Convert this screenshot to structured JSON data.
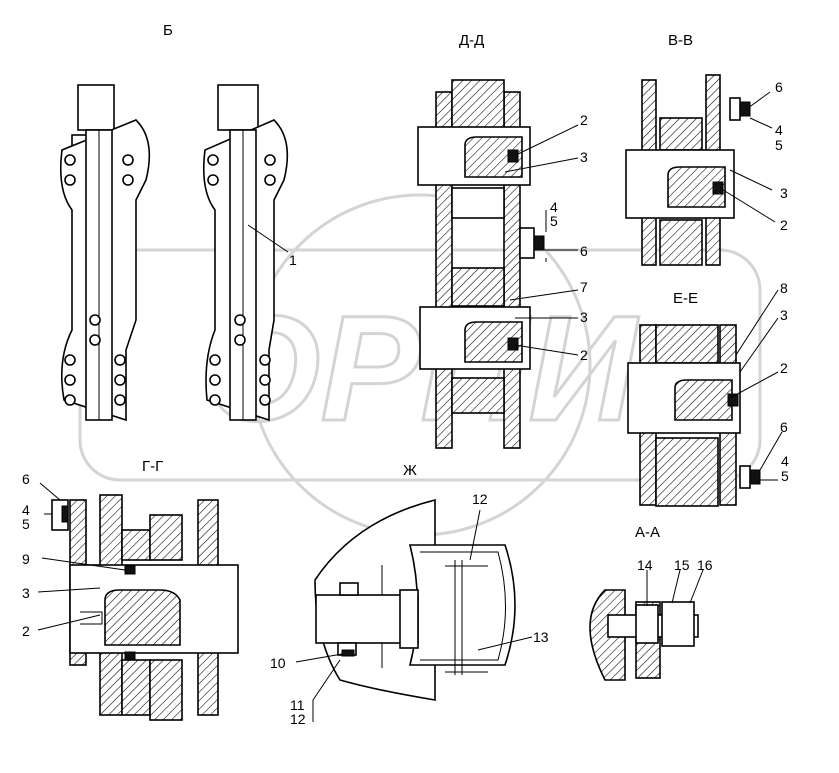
{
  "views": {
    "b": "Б",
    "dd": "Д-Д",
    "vv": "В-В",
    "ee": "Е-Е",
    "gg": "Г-Г",
    "zh": "Ж",
    "aa": "А-А"
  },
  "callouts": {
    "b_1": "1",
    "dd_2a": "2",
    "dd_3a": "3",
    "dd_4": "4",
    "dd_5": "5",
    "dd_6": "6",
    "dd_7": "7",
    "dd_3b": "3",
    "dd_2b": "2",
    "vv_6": "6",
    "vv_4": "4",
    "vv_5": "5",
    "vv_3": "3",
    "vv_2": "2",
    "ee_8": "8",
    "ee_3": "3",
    "ee_2": "2",
    "ee_6": "6",
    "ee_4": "4",
    "ee_5": "5",
    "gg_6": "6",
    "gg_4": "4",
    "gg_5": "5",
    "gg_9": "9",
    "gg_3": "3",
    "gg_2": "2",
    "zh_12a": "12",
    "zh_13": "13",
    "zh_10": "10",
    "zh_11": "11",
    "zh_12b": "12",
    "aa_14": "14",
    "aa_15": "15",
    "aa_16": "16"
  },
  "watermark": "ОРПИ",
  "colors": {
    "ink": "#000000",
    "watermark": "#d4d4d4",
    "background": "#ffffff"
  }
}
